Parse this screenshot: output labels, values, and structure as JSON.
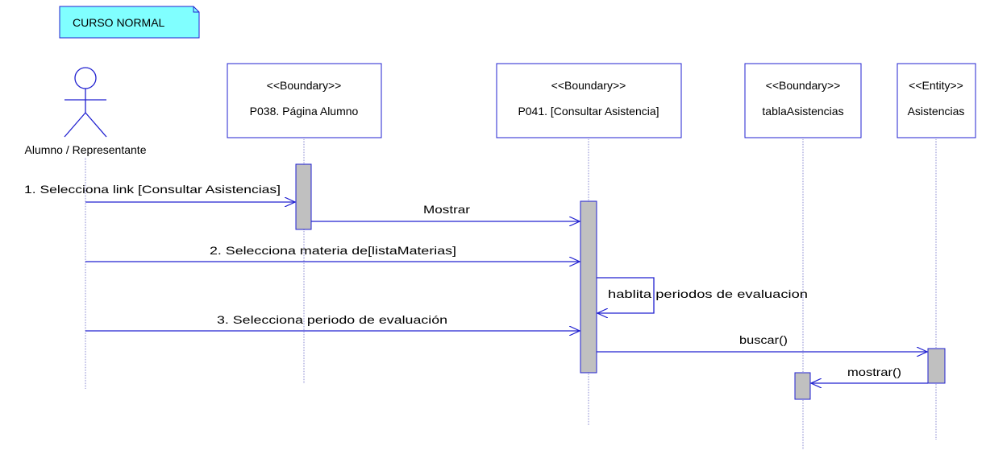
{
  "note": {
    "text": "CURSO NORMAL"
  },
  "actor": {
    "name": "Alumno / Representante"
  },
  "lifelines": [
    {
      "stereotype": "<<Boundary>>",
      "name": "P038. Página Alumno"
    },
    {
      "stereotype": "<<Boundary>>",
      "name": "P041. [Consultar Asistencia]"
    },
    {
      "stereotype": "<<Boundary>>",
      "name": "tablaAsistencias"
    },
    {
      "stereotype": "<<Entity>>",
      "name": "Asistencias"
    }
  ],
  "messages": [
    {
      "label": "1. Selecciona link [Consultar Asistencias]"
    },
    {
      "label": "Mostrar"
    },
    {
      "label": "2. Selecciona materia de[listaMaterias]"
    },
    {
      "label": "hablita periodos de evaluacion"
    },
    {
      "label": "3. Selecciona periodo de evaluación"
    },
    {
      "label": "buscar()"
    },
    {
      "label": "mostrar()"
    }
  ],
  "colors": {
    "line": "#2020d0",
    "lifeline": "#8888d0",
    "note_fill": "#80ffff",
    "activation_fill": "#c0c0c0"
  }
}
